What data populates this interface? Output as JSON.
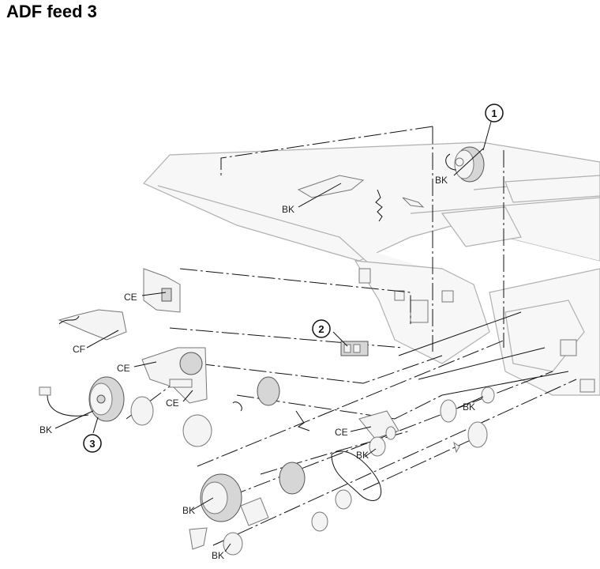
{
  "header": {
    "title": "ADF feed 3"
  },
  "callouts": [
    {
      "id": "callout-1",
      "number": "1"
    },
    {
      "id": "callout-2",
      "number": "2"
    },
    {
      "id": "callout-3",
      "number": "3"
    }
  ],
  "labels": {
    "bk_callout1": "BK",
    "bk_spring_arm": "BK",
    "ce_bracket": "CE",
    "cf_lever": "CF",
    "ce_gear_shaft": "CE",
    "ce_gear_shaft_lower": "CE",
    "bk_clutch": "BK",
    "ce_lower_bracket": "CE",
    "bk_roller": "BK",
    "bk_belt": "BK",
    "bk_large_gear": "BK",
    "bk_bottom_gear": "BK"
  }
}
